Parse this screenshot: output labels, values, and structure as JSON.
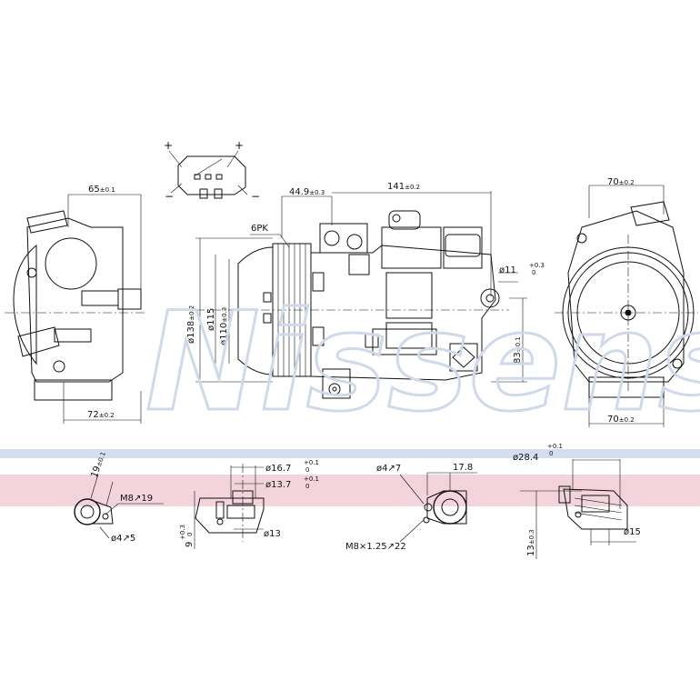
{
  "watermark": {
    "text": "Nissens",
    "color": "#cfd9ea"
  },
  "colors": {
    "band_blue": "#d4def0",
    "band_pink": "#f3d4dc",
    "line": "#111111"
  },
  "connector": {
    "pin_plus_left": "+",
    "pin_plus_right": "+",
    "pin_minus_left": "−",
    "pin_minus_right": "−"
  },
  "dimensions": {
    "left_width_top": {
      "value": "65",
      "tol": "±0.1"
    },
    "left_width_bottom": {
      "value": "72",
      "tol": "±0.2"
    },
    "belt": "6PK",
    "pulley_dia": {
      "value": "ø138",
      "tol": "±0.2"
    },
    "pulley_dia2": {
      "value": "ø115"
    },
    "pulley_dia3": {
      "value": "ø110",
      "tol": "±0.3"
    },
    "offset_a": {
      "value": "44.9",
      "tol": "±0.3"
    },
    "length_b": {
      "value": "141",
      "tol": "±0.2"
    },
    "mount_hole": {
      "value": "ø11",
      "tol_up": "+0.3",
      "tol_dn": "0"
    },
    "height_c": {
      "value": "83",
      "tol": "±0.1"
    },
    "right_width_top": {
      "value": "70",
      "tol": "±0.2"
    },
    "right_width_bottom": {
      "value": "70",
      "tol": "±0.2"
    }
  },
  "details": {
    "d1": {
      "offset": {
        "value": "19",
        "tol": "±0.1"
      },
      "thread": "M8↗19",
      "hole": "ø4↗5"
    },
    "d2": {
      "outer": {
        "value": "ø16.7",
        "tol_up": "+0.1",
        "tol_dn": "0"
      },
      "inner": {
        "value": "ø13.7",
        "tol_up": "+0.1",
        "tol_dn": "0"
      },
      "bore": "ø13",
      "depth": {
        "value": "9",
        "tol_up": "+0.3",
        "tol_dn": "0"
      }
    },
    "d3": {
      "hole": "ø4↗7",
      "offset": "17.8",
      "thread": "M8×1.25↗22"
    },
    "d4": {
      "outer": {
        "value": "ø28.4",
        "tol_up": "+0.1",
        "tol_dn": "0"
      },
      "bore": "ø15",
      "depth": {
        "value": "13",
        "tol": "±0.3"
      }
    }
  }
}
